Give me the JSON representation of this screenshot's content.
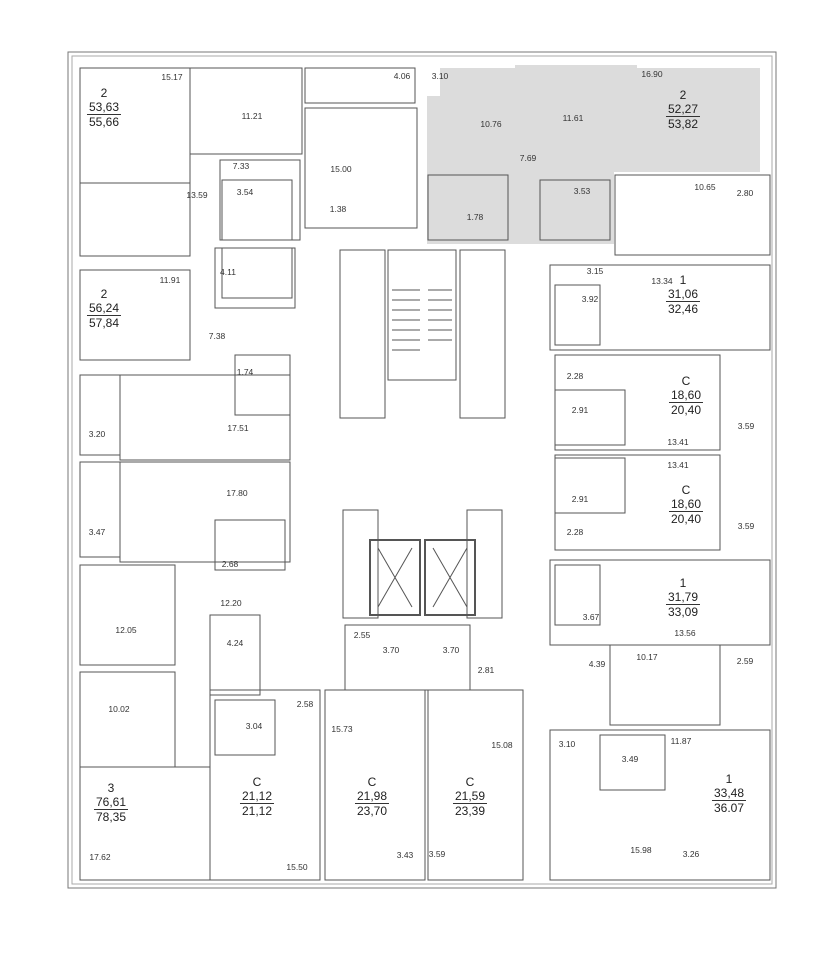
{
  "highlight_color": "#dcdcdc",
  "units": [
    {
      "id": "u1",
      "rooms": "2",
      "living": "53,63",
      "total": "55,66"
    },
    {
      "id": "u2",
      "rooms": "2",
      "living": "52,27",
      "total": "53,82"
    },
    {
      "id": "u3",
      "rooms": "1",
      "living": "31,06",
      "total": "32,46"
    },
    {
      "id": "u4",
      "rooms": "2",
      "living": "56,24",
      "total": "57,84"
    },
    {
      "id": "u5",
      "rooms": "С",
      "living": "18,60",
      "total": "20,40"
    },
    {
      "id": "u6",
      "rooms": "С",
      "living": "18,60",
      "total": "20,40"
    },
    {
      "id": "u7",
      "rooms": "1",
      "living": "31,79",
      "total": "33,09"
    },
    {
      "id": "u8",
      "rooms": "3",
      "living": "76,61",
      "total": "78,35"
    },
    {
      "id": "u9",
      "rooms": "С",
      "living": "21,12",
      "total": "21,12"
    },
    {
      "id": "u10",
      "rooms": "С",
      "living": "21,98",
      "total": "23,70"
    },
    {
      "id": "u11",
      "rooms": "С",
      "living": "21,59",
      "total": "23,39"
    },
    {
      "id": "u12",
      "rooms": "1",
      "living": "33,48",
      "total": "36.07"
    }
  ],
  "room_areas": [
    "15.17",
    "4.06",
    "3.10",
    "16.90",
    "11.21",
    "10.76",
    "11.61",
    "7.33",
    "15.00",
    "7.69",
    "3.54",
    "13.59",
    "1.38",
    "1.78",
    "3.53",
    "10.65",
    "2.80",
    "4.11",
    "3.15",
    "13.34",
    "11.91",
    "3.92",
    "7.38",
    "1.74",
    "2.28",
    "17.51",
    "3.20",
    "2.91",
    "13.41",
    "3.59",
    "13.41",
    "2.91",
    "3.59",
    "17.80",
    "3.47",
    "2.28",
    "2.68",
    "12.20",
    "12.05",
    "3.67",
    "4.24",
    "2.55",
    "3.70",
    "3.70",
    "2.81",
    "13.56",
    "10.17",
    "4.39",
    "2.59",
    "10.02",
    "2.58",
    "3.04",
    "15.73",
    "15.08",
    "3.10",
    "11.87",
    "3.49",
    "17.62",
    "15.50",
    "3.43",
    "3.59",
    "15.98",
    "3.26"
  ]
}
